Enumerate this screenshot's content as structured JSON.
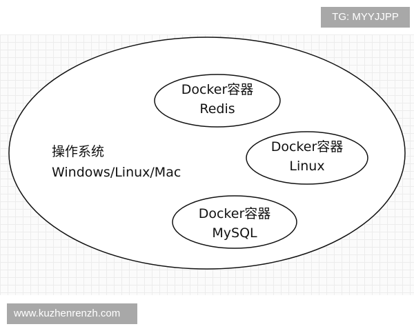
{
  "watermark_top": "TG: MYYJJPP",
  "watermark_bottom": "www.kuzhenrenzh.com",
  "os": {
    "title": "操作系统",
    "subtitle": "Windows/Linux/Mac"
  },
  "containers": [
    {
      "title": "Docker容器",
      "name": "Redis"
    },
    {
      "title": "Docker容器",
      "name": "Linux"
    },
    {
      "title": "Docker容器",
      "name": "MySQL"
    }
  ]
}
